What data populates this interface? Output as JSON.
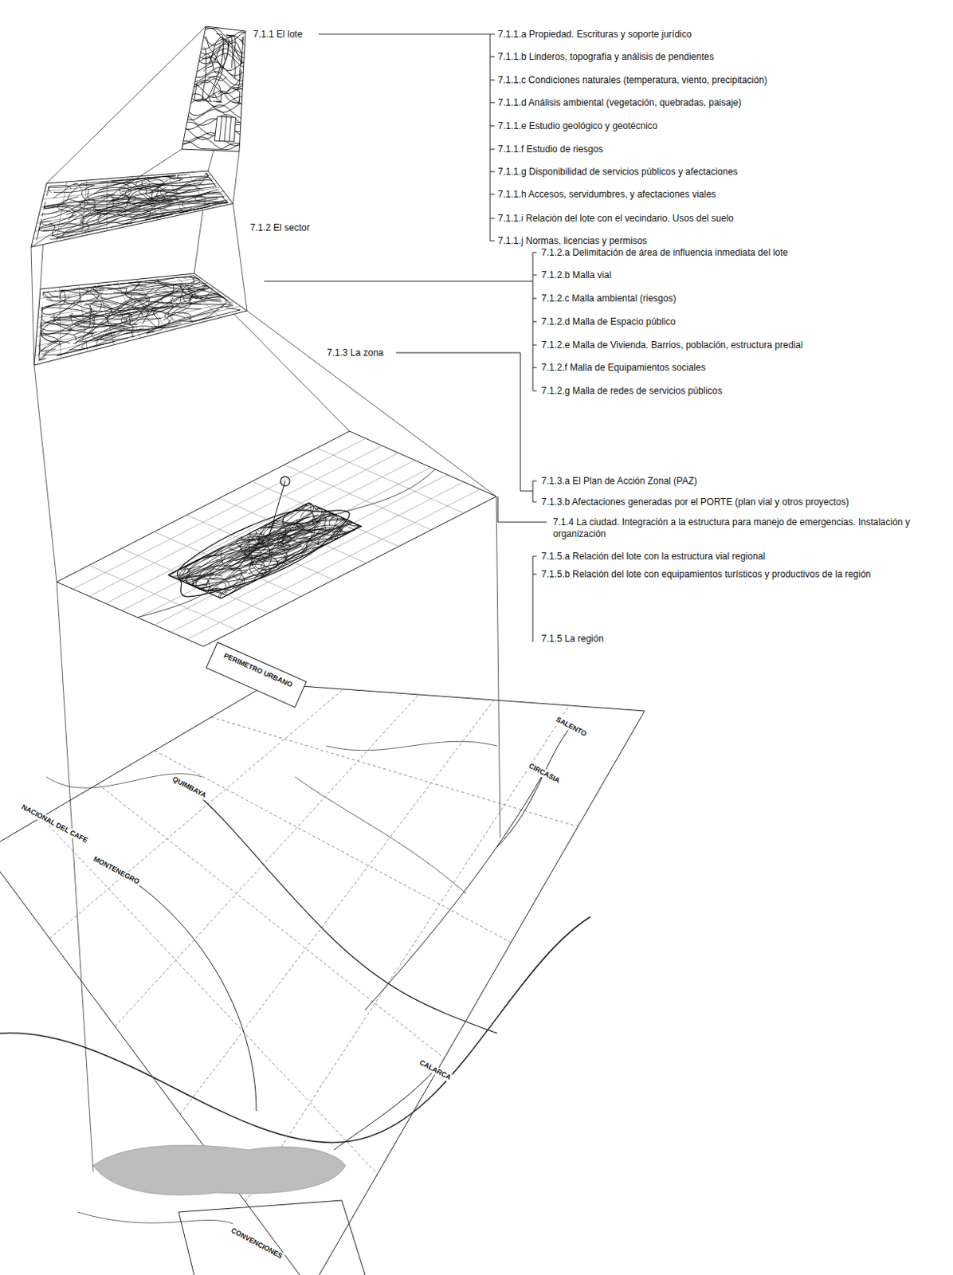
{
  "diagram": {
    "nodes": [
      {
        "text": [
          "PERIMETRO URBANO"
        ]
      }
    ],
    "labels": [
      "7.1.1 El lote",
      "7.1.1.a Propiedad. Escrituras y soporte jurídico",
      "7.1.1.b Linderos, topografía y análisis de pendientes",
      "7.1.1.c Condiciones naturales (temperatura, viento, precipitación)",
      "7.1.1.d Análisis ambiental (vegetación, quebradas, paisaje)",
      "7.1.1.e Estudio geológico y geotécnico",
      "7.1.1.f Estudio de riesgos",
      "7.1.1.g Disponibilidad de servicios públicos y afectaciones",
      "7.1.1.h Accesos, servidumbres, y afectaciones viales",
      "7.1.1.i Relación del lote con el vecindario. Usos del suelo",
      "7.1.1.j Normas, licencias y permisos",
      "7.1.2 El sector",
      "7.1.2.a Delimitación de área de influencia inmediata del lote",
      "7.1.2.b Malla vial",
      "7.1.2.c Malla ambiental (riesgos)",
      "7.1.2.d Malla de Espacio público",
      "7.1.2.e Malla de Vivienda. Barrios, población, estructura predial",
      "7.1.2.f Malla de Equipamientos sociales",
      "7.1.2.g Malla de redes de servicios públicos",
      "7.1.3 La zona",
      "7.1.3.a El Plan de Acción Zonal (PAZ)",
      "7.1.3.b Afectaciones generadas por el PORTE (plan vial y otros proyectos)",
      "7.1.4 La ciudad. Integración a la estructura para manejo de emergencias. Instalación y organización",
      "7.1.5.a Relación del lote con la estructura vial regional",
      "7.1.5.b Relación del lote con equipamientos turísticos y productivos de la región",
      "7.1.5 La región",
      "QUIMBAYA",
      "MONTENEGRO",
      "CIRCASIA",
      "SALENTO",
      "CALARCA",
      "NACIONAL DEL CAFE",
      "CONVENCIONES"
    ]
  }
}
